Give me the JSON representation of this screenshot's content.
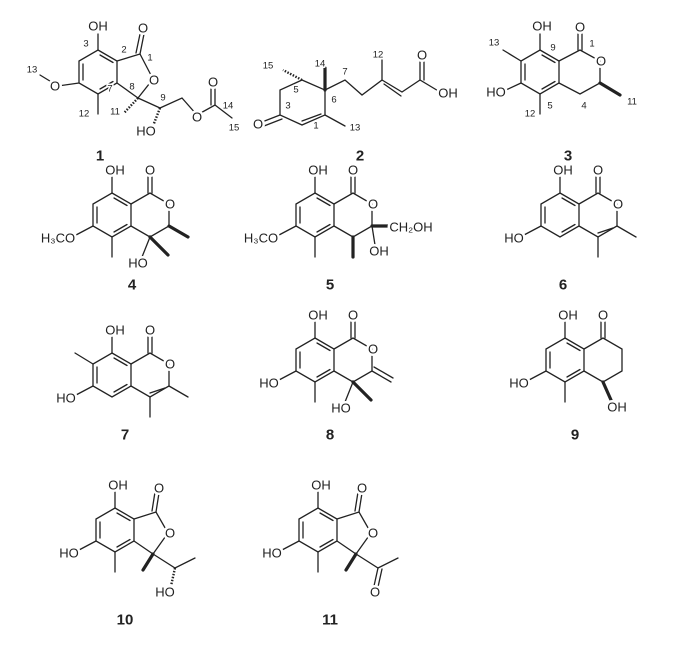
{
  "compounds": {
    "c1": {
      "number": "1",
      "labels": [
        "OH",
        "O",
        "O",
        "O",
        "HO",
        "O",
        "O",
        "3",
        "2",
        "1",
        "7",
        "8",
        "9",
        "11",
        "12",
        "13",
        "14",
        "15"
      ]
    },
    "c2": {
      "number": "2",
      "labels": [
        "O",
        "O",
        "OH",
        "15",
        "5",
        "3",
        "14",
        "6",
        "7",
        "12",
        "1",
        "13"
      ]
    },
    "c3": {
      "number": "3",
      "labels": [
        "OH",
        "O",
        "O",
        "HO",
        "13",
        "9",
        "1",
        "5",
        "12",
        "4",
        "11"
      ]
    },
    "c4": {
      "number": "4",
      "labels": [
        "OH",
        "O",
        "O",
        "H₃CO",
        "HO"
      ]
    },
    "c5": {
      "number": "5",
      "labels": [
        "OH",
        "O",
        "O",
        "H₃CO",
        "OH",
        "CH₂OH"
      ]
    },
    "c6": {
      "number": "6",
      "labels": [
        "OH",
        "O",
        "O",
        "HO"
      ]
    },
    "c7": {
      "number": "7",
      "labels": [
        "OH",
        "O",
        "O",
        "HO"
      ]
    },
    "c8": {
      "number": "8",
      "labels": [
        "OH",
        "O",
        "O",
        "HO",
        "HO"
      ]
    },
    "c9": {
      "number": "9",
      "labels": [
        "OH",
        "O",
        "HO",
        "OH"
      ]
    },
    "c10": {
      "number": "10",
      "labels": [
        "OH",
        "O",
        "O",
        "HO",
        "HO"
      ]
    },
    "c11": {
      "number": "11",
      "labels": [
        "OH",
        "O",
        "O",
        "HO",
        "O"
      ]
    }
  }
}
